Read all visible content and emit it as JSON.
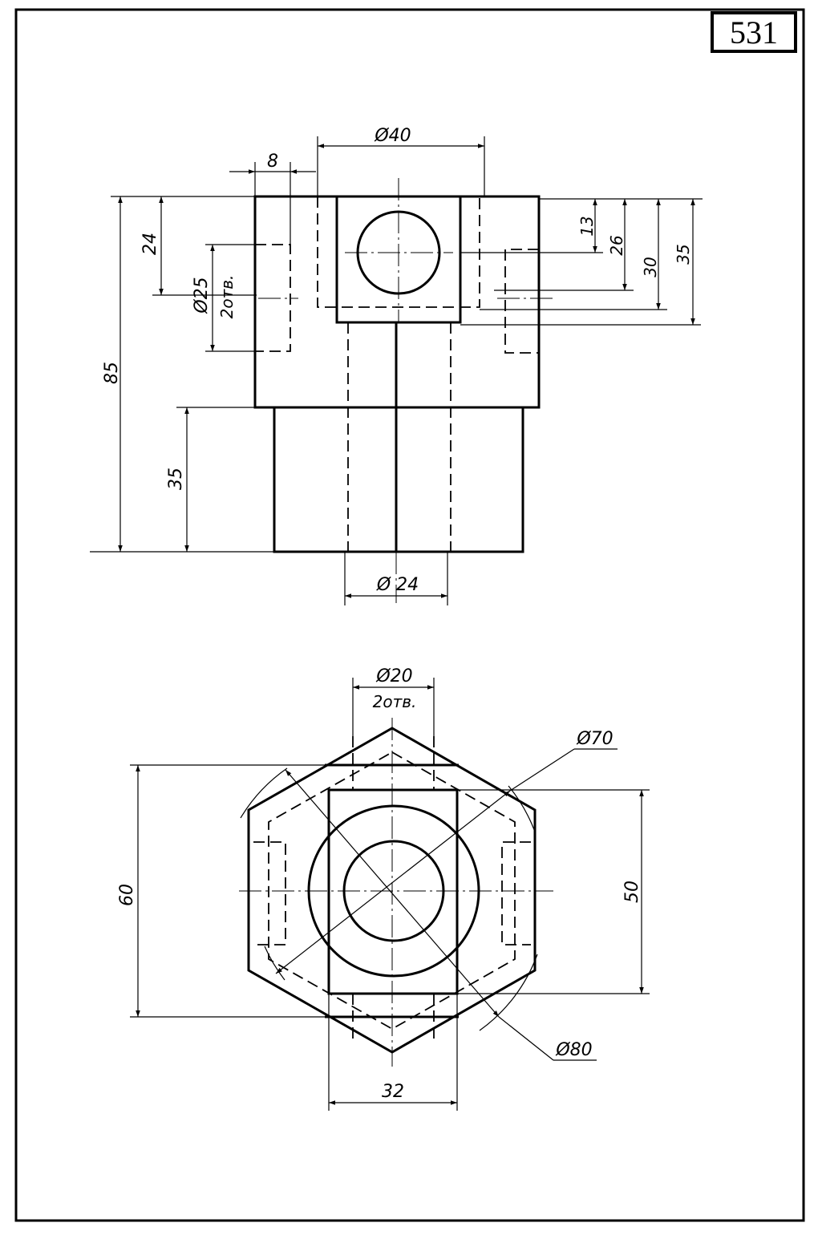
{
  "sheet": {
    "number": "531"
  },
  "front_view": {
    "dims": {
      "d40": "Ø40",
      "w8": "8",
      "h24": "24",
      "d25": "Ø25",
      "holes_d25": "2отв.",
      "h85": "85",
      "h35_left": "35",
      "d24": "Ø 24",
      "h13": "13",
      "h26": "26",
      "h30": "30",
      "h35_right": "35"
    }
  },
  "top_view": {
    "dims": {
      "d20": "Ø20",
      "holes_d20": "2отв.",
      "d70": "Ø70",
      "h60": "60",
      "h50": "50",
      "d80": "Ø80",
      "w32": "32"
    }
  }
}
